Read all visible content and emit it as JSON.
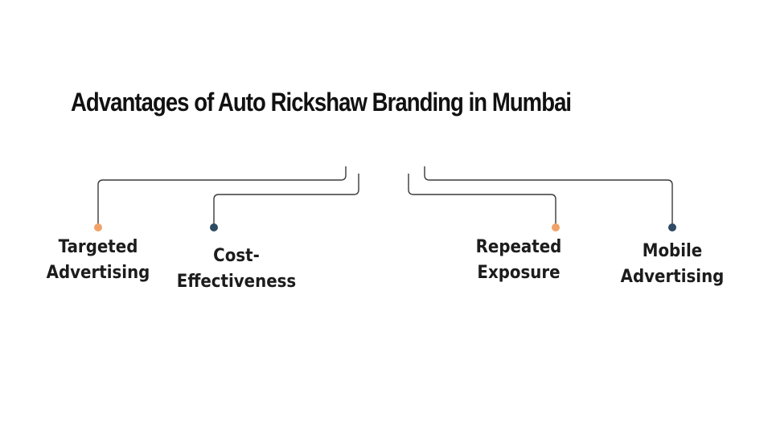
{
  "title": "Advantages of Auto Rickshaw Branding in Mumbai",
  "colors": {
    "connector_line": "#3a3a3a",
    "dot_orange": "#f0a268",
    "dot_navy": "#2f4a63",
    "text": "#1c1c1c"
  },
  "items": [
    {
      "line1": "Targeted",
      "line2": "Advertising",
      "dot_color": "orange"
    },
    {
      "line1": "Cost-",
      "line2": "Effectiveness",
      "dot_color": "navy"
    },
    {
      "line1": "Repeated",
      "line2": "Exposure",
      "dot_color": "orange"
    },
    {
      "line1": "Mobile",
      "line2": "Advertising",
      "dot_color": "navy"
    }
  ]
}
